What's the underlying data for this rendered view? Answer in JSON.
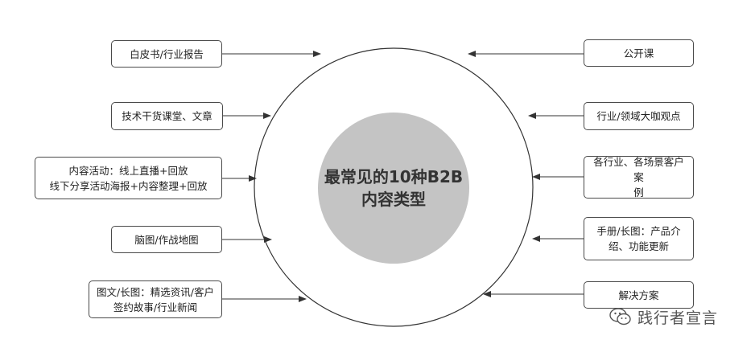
{
  "center": {
    "title": "最常见的10种B2B\n内容类型"
  },
  "left_items": [
    {
      "label": "白皮书/行业报告"
    },
    {
      "label": "技术干货课堂、文章"
    },
    {
      "label": "内容活动：线上直播+回放\n线下分享活动海报+内容整理+回放"
    },
    {
      "label": "脑图/作战地图"
    },
    {
      "label": "图文/长图：精选资讯/客户\n签约故事/行业新闻"
    }
  ],
  "right_items": [
    {
      "label": "公开课"
    },
    {
      "label": "行业/领域大咖观点"
    },
    {
      "label": "各行业、各场景客户案\n例"
    },
    {
      "label": "手册/长图：产品介\n绍、功能更新"
    },
    {
      "label": "解决方案"
    }
  ],
  "watermark": {
    "text": "践行者宣言",
    "icon": "wechat-icon"
  },
  "colors": {
    "circle_fill": "#c4c4c4",
    "lines": "#333333"
  }
}
